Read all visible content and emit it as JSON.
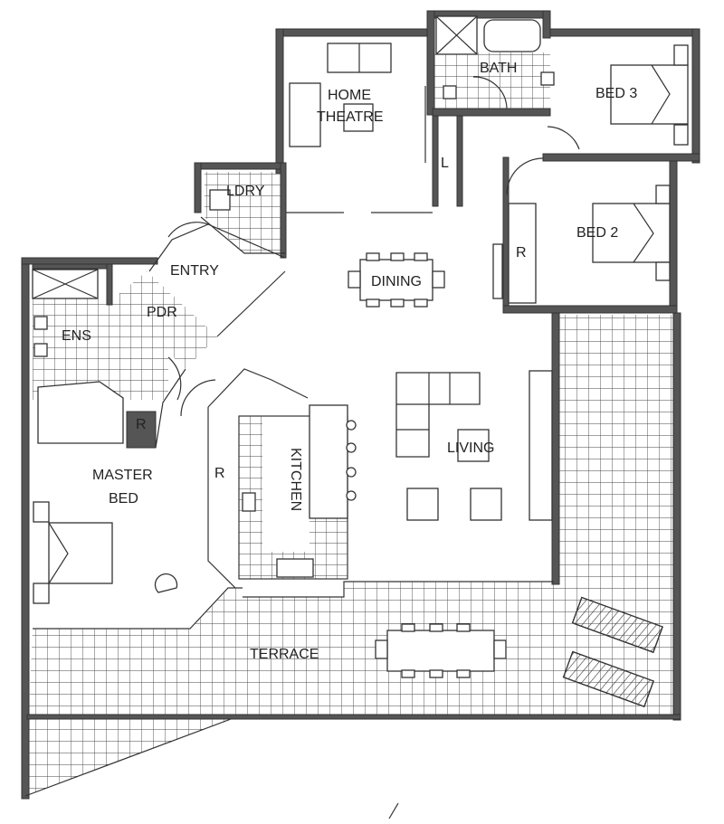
{
  "rooms": {
    "home_theatre_line1": "HOME",
    "home_theatre_line2": "THEATRE",
    "bath": "BATH",
    "bed3": "BED 3",
    "linen": "L",
    "laundry": "LDRY",
    "bed2": "BED 2",
    "robe_bed2": "R",
    "entry": "ENTRY",
    "dining": "DINING",
    "powder": "PDR",
    "ensuite": "ENS",
    "robe_master": "R",
    "robe_hall": "R",
    "kitchen": "KITCHEN",
    "living": "LIVING",
    "master_line1": "MASTER",
    "master_line2": "BED",
    "terrace": "TERRACE"
  },
  "colors": {
    "wall": "#555555",
    "line": "#333333",
    "paper": "#ffffff"
  }
}
